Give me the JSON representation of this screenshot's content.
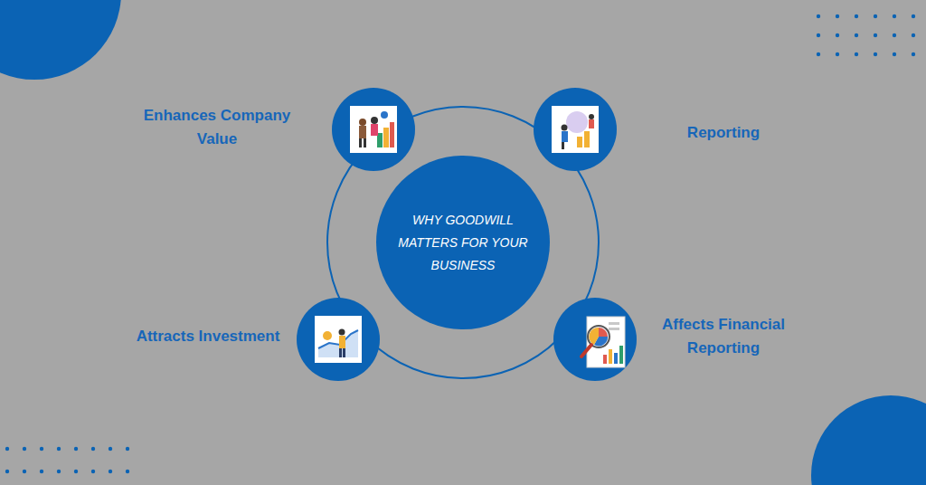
{
  "diagram": {
    "nodes": [
      {
        "text": [
          "Enhances Company Value"
        ]
      },
      {
        "text": [
          "Reporting"
        ]
      },
      {
        "text": [
          "WHY GOODWILL MATTERS FOR YOUR BUSINESS"
        ]
      },
      {
        "text": [
          "Attracts Investment"
        ]
      },
      {
        "text": [
          "Affects Financial Reporting"
        ]
      }
    ]
  }
}
